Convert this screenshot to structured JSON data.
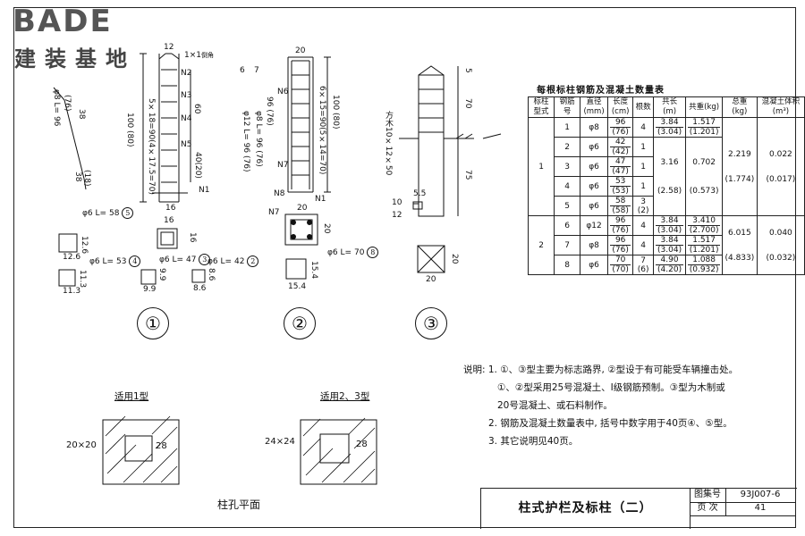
{
  "logo": {
    "brand": "BADE",
    "subtitle": "建装基地"
  },
  "drawing": {
    "type1_label": "①",
    "type2_label": "②",
    "type3_label": "③",
    "labels_t1": {
      "w12": "12",
      "ann_1x1": "1×1",
      "ann_1x1_note": "倒角",
      "n2": "N2",
      "n3": "N3",
      "n4": "N4",
      "n5": "N5",
      "n1": "N1",
      "dim_60": "60",
      "dim_100": "100 (80)",
      "dim_stirrups": "5×18=90(4×17.5=70)",
      "dim_40": "40(20)",
      "w16": "16",
      "bar_a": "φ8 L= 96",
      "bar_a2": "(76)",
      "bar_38": "38",
      "bar_38b": "38",
      "bar_18": "(18)",
      "sec16": "16",
      "sec16v": "16",
      "st5": "φ6",
      "st5_l": "L= 58",
      "st5_n": "5",
      "st5_dim": "12.6",
      "st5_dim2": "12.6",
      "st4": "φ6",
      "st4_l": "L= 53",
      "st4_n": "4",
      "st4_dim": "11.3",
      "st4_dim2": "11.3",
      "st3": "φ6",
      "st3_l": "L= 47",
      "st3_n": "3",
      "st3_dim": "9.9",
      "st3_dim2": "9.9",
      "st2": "φ6",
      "st2_l": "L= 42",
      "st2_n": "2",
      "st2_dim": "8.6",
      "st2_dim2": "8.6"
    },
    "labels_t2": {
      "w20": "20",
      "bar6": "6",
      "bar7": "7",
      "bar6_txt": "φ12 L= 96 (76)",
      "bar7_txt": "φ8 L= 96 (76)",
      "dim_96": "96 (76)",
      "dim_6x15": "6×15=90(5×14=70)",
      "dim_100": "100 (80)",
      "n6": "N6",
      "n7": "N7",
      "n8": "N8",
      "n1": "N1",
      "sec20": "20",
      "sec20v": "20",
      "st8": "φ6",
      "st8_l": "L= 70",
      "st8_n": "8",
      "st8_dim": "15.4",
      "st8_dim2": "15.4"
    },
    "labels_t3": {
      "dim_5": "5",
      "dim_70": "70",
      "dim_75": "75",
      "wood": "方木10×12×50",
      "d55": "5.5",
      "d10": "10",
      "d12": "12",
      "sec20": "20",
      "sec20v": "20"
    }
  },
  "table": {
    "title": "每根标柱钢筋及混凝土数量表",
    "headers": [
      "标柱型式",
      "钢筋号",
      "直径(mm)",
      "长度(cm)",
      "根数",
      "共长(m)",
      "共重(kg)",
      "总重(kg)",
      "混凝土体积(m³)"
    ],
    "rows": [
      {
        "type": "1",
        "no": "1",
        "dia": "φ8",
        "len": "96",
        "len2": "(76)",
        "count": "4",
        "count2": "",
        "tlen": "3.84",
        "tlen2": "(3.04)",
        "twt": "1.517",
        "twt2": "(1.201)"
      },
      {
        "no": "2",
        "dia": "φ6",
        "len": "42",
        "len2": "(42)",
        "count": "1",
        "count2": ""
      },
      {
        "no": "3",
        "dia": "φ6",
        "len": "47",
        "len2": "(47)",
        "count": "1",
        "count2": ""
      },
      {
        "no": "4",
        "dia": "φ6",
        "len": "53",
        "len2": "(53)",
        "count": "1",
        "count2": ""
      },
      {
        "no": "5",
        "dia": "φ6",
        "len": "58",
        "len2": "(58)",
        "count": "3",
        "count2": "(2)"
      },
      {
        "type": "2",
        "no": "6",
        "dia": "φ12",
        "len": "96",
        "len2": "(76)",
        "count": "4",
        "count2": "",
        "tlen": "3.84",
        "tlen2": "(3.04)",
        "twt": "3.410",
        "twt2": "(2.700)"
      },
      {
        "no": "7",
        "dia": "φ8",
        "len": "96",
        "len2": "(76)",
        "count": "4",
        "count2": "",
        "tlen": "3.84",
        "tlen2": "(3.04)",
        "twt": "1.517",
        "twt2": "(1.201)"
      },
      {
        "no": "8",
        "dia": "φ6",
        "len": "70",
        "len2": "(70)",
        "count": "7",
        "count2": "(6)",
        "tlen": "4.90",
        "tlen2": "(4.20)",
        "twt": "1.088",
        "twt2": "(0.932)"
      }
    ],
    "stirrup_group_t1": {
      "tlen": "3.16",
      "tlen2": "(2.58)",
      "twt": "0.702",
      "twt2": "(0.573)"
    },
    "type1_total": {
      "total": "2.219",
      "total2": "(1.774)",
      "conc": "0.022",
      "conc2": "(0.017)"
    },
    "type2_total": {
      "total": "6.015",
      "total2": "(4.833)",
      "conc": "0.040",
      "conc2": "(0.032)"
    }
  },
  "notes": {
    "n1a": "说明: 1. ①、③型主要为标志路界, ②型设于有可能受车辆撞击处。",
    "n1b": "①、②型采用25号混凝土、Ⅰ级钢筋预制。③型为木制或",
    "n1c": "20号混凝土、或石料制作。",
    "n2": "2. 钢筋及混凝土数量表中, 括号中数字用于40页④、⑤型。",
    "n3": "3. 其它说明见40页。"
  },
  "plans": {
    "plan1_label": "适用1型",
    "plan1_dim": "20×20",
    "plan1_28": "28",
    "plan2_label": "适用2、3型",
    "plan2_dim": "24×24",
    "plan2_28": "28",
    "holes_label": "柱孔平面"
  },
  "titleblock": {
    "title": "柱式护栏及标柱（二）",
    "atlas_label": "图集号",
    "atlas_no": "93J007-6",
    "page_label": "页  次",
    "page_no": "41"
  }
}
